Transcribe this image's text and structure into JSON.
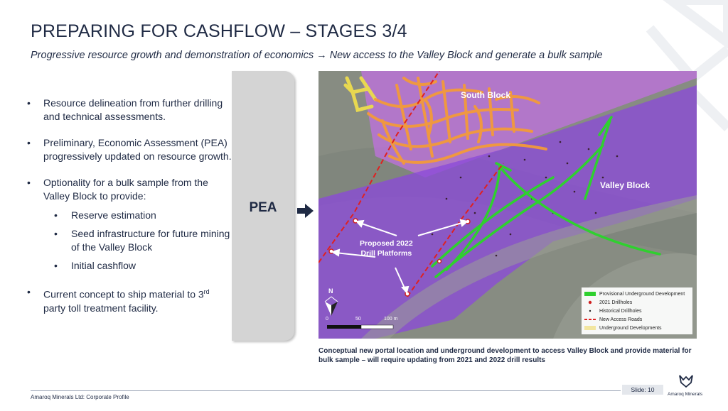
{
  "header": {
    "title": "PREPARING FOR CASHFLOW – STAGES 3/4",
    "subtitle": "Progressive resource growth and demonstration of economics → New access to the Valley Block and generate a bulk sample"
  },
  "bullets": {
    "b1": "Resource delineation from further drilling and technical assessments.",
    "b2": "Preliminary, Economic Assessment (PEA) progressively updated on resource growth.",
    "b3": "Optionality for a bulk sample from the Valley Block to provide:",
    "sub1": "Reserve estimation",
    "sub2": "Seed infrastructure for future mining of the Valley Block",
    "sub3": "Initial cashflow",
    "b4_pre": "Current concept to ship material to 3",
    "b4_sup": "rd",
    "b4_post": " party toll treatment facility."
  },
  "stage_box": {
    "label": "PEA"
  },
  "map": {
    "south_block_label": "South Block",
    "valley_block_label": "Valley Block",
    "drill_platforms_line1": "Proposed 2022",
    "drill_platforms_line2": "Drill Platforms",
    "north_label": "N",
    "scale": {
      "zero": "0",
      "mid": "50",
      "end": "100 m"
    },
    "legend": [
      {
        "label": "Provisional Underground Development",
        "symbol": "green-bar"
      },
      {
        "label": "2021 Drillholes",
        "symbol": "red-circle"
      },
      {
        "label": "Historical Drillholes",
        "symbol": "dark-dot"
      },
      {
        "label": "New Access Roads",
        "symbol": "red-dashed-line"
      },
      {
        "label": "Underground Developments",
        "symbol": "yellow-bar"
      }
    ],
    "colors": {
      "underground": "#2fcc2f",
      "roads": "#e02020",
      "historical": "#f08a2a",
      "valley_zone": "#8a4ad8",
      "south_zone": "#c070e0"
    }
  },
  "caption": "Conceptual new portal location and underground development to access Valley Block and provide material for bulk sample – will require updating from 2021 and 2022 drill results",
  "footer": {
    "company": "Amaroq Minerals Ltd: Corporate Profile",
    "slide": "Slide: 10",
    "logo_text": "Amaroq Minerals"
  }
}
